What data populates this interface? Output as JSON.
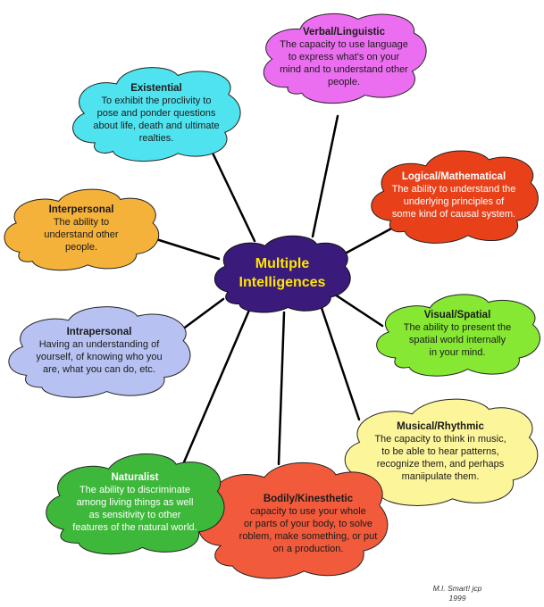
{
  "center": {
    "line1": "Multiple",
    "line2": "Intelligences",
    "color": "#3a1a7a",
    "text_color": "#ffe600"
  },
  "nodes": [
    {
      "id": "verbal",
      "title": "Verbal/Linguistic",
      "lines": [
        "The capacity to use language",
        "to express what's on your",
        "mind and to understand other",
        "people."
      ],
      "color": "#ec6ef0"
    },
    {
      "id": "existential",
      "title": "Existential",
      "lines": [
        "To exhibit the proclivity to",
        "pose and ponder questions",
        "about life, death and ultimate",
        "realties."
      ],
      "color": "#4fe3ef"
    },
    {
      "id": "logical",
      "title": "Logical/Mathematical",
      "lines": [
        "The ability to understand the",
        "underlying principles of",
        "some kind of causal system."
      ],
      "color": "#e8411a"
    },
    {
      "id": "interpersonal",
      "title": "Interpersonal",
      "lines": [
        "The ability to",
        "understand other",
        "people."
      ],
      "color": "#f4b23a"
    },
    {
      "id": "visual",
      "title": "Visual/Spatial",
      "lines": [
        "The ability to present the",
        "spatial world internally",
        "in your mind."
      ],
      "color": "#86e832"
    },
    {
      "id": "intrapersonal",
      "title": "Intrapersonal",
      "lines": [
        "Having an understanding of",
        "yourself, of knowing who you",
        "are, what you can do, etc."
      ],
      "color": "#b7c2f2"
    },
    {
      "id": "musical",
      "title": "Musical/Rhythmic",
      "lines": [
        "The capacity to think in music,",
        "to be able to hear patterns,",
        "recognize them, and perhaps",
        "maniipulate them."
      ],
      "color": "#fcf59a"
    },
    {
      "id": "bodily",
      "title": "Bodily/Kinesthetic",
      "lines": [
        "capacity to use your whole",
        "or parts of your body, to solve",
        "roblem, make something, or put",
        "on a production."
      ],
      "color": "#f25a3c"
    },
    {
      "id": "naturalist",
      "title": "Naturalist",
      "lines": [
        "The ability to discriminate",
        "among living things as well",
        "as sensitivity to other",
        "features of the natural world."
      ],
      "color": "#3db83a"
    }
  ],
  "credit": {
    "line1": "M.I. Smart!  jcp",
    "line2": "1999"
  }
}
